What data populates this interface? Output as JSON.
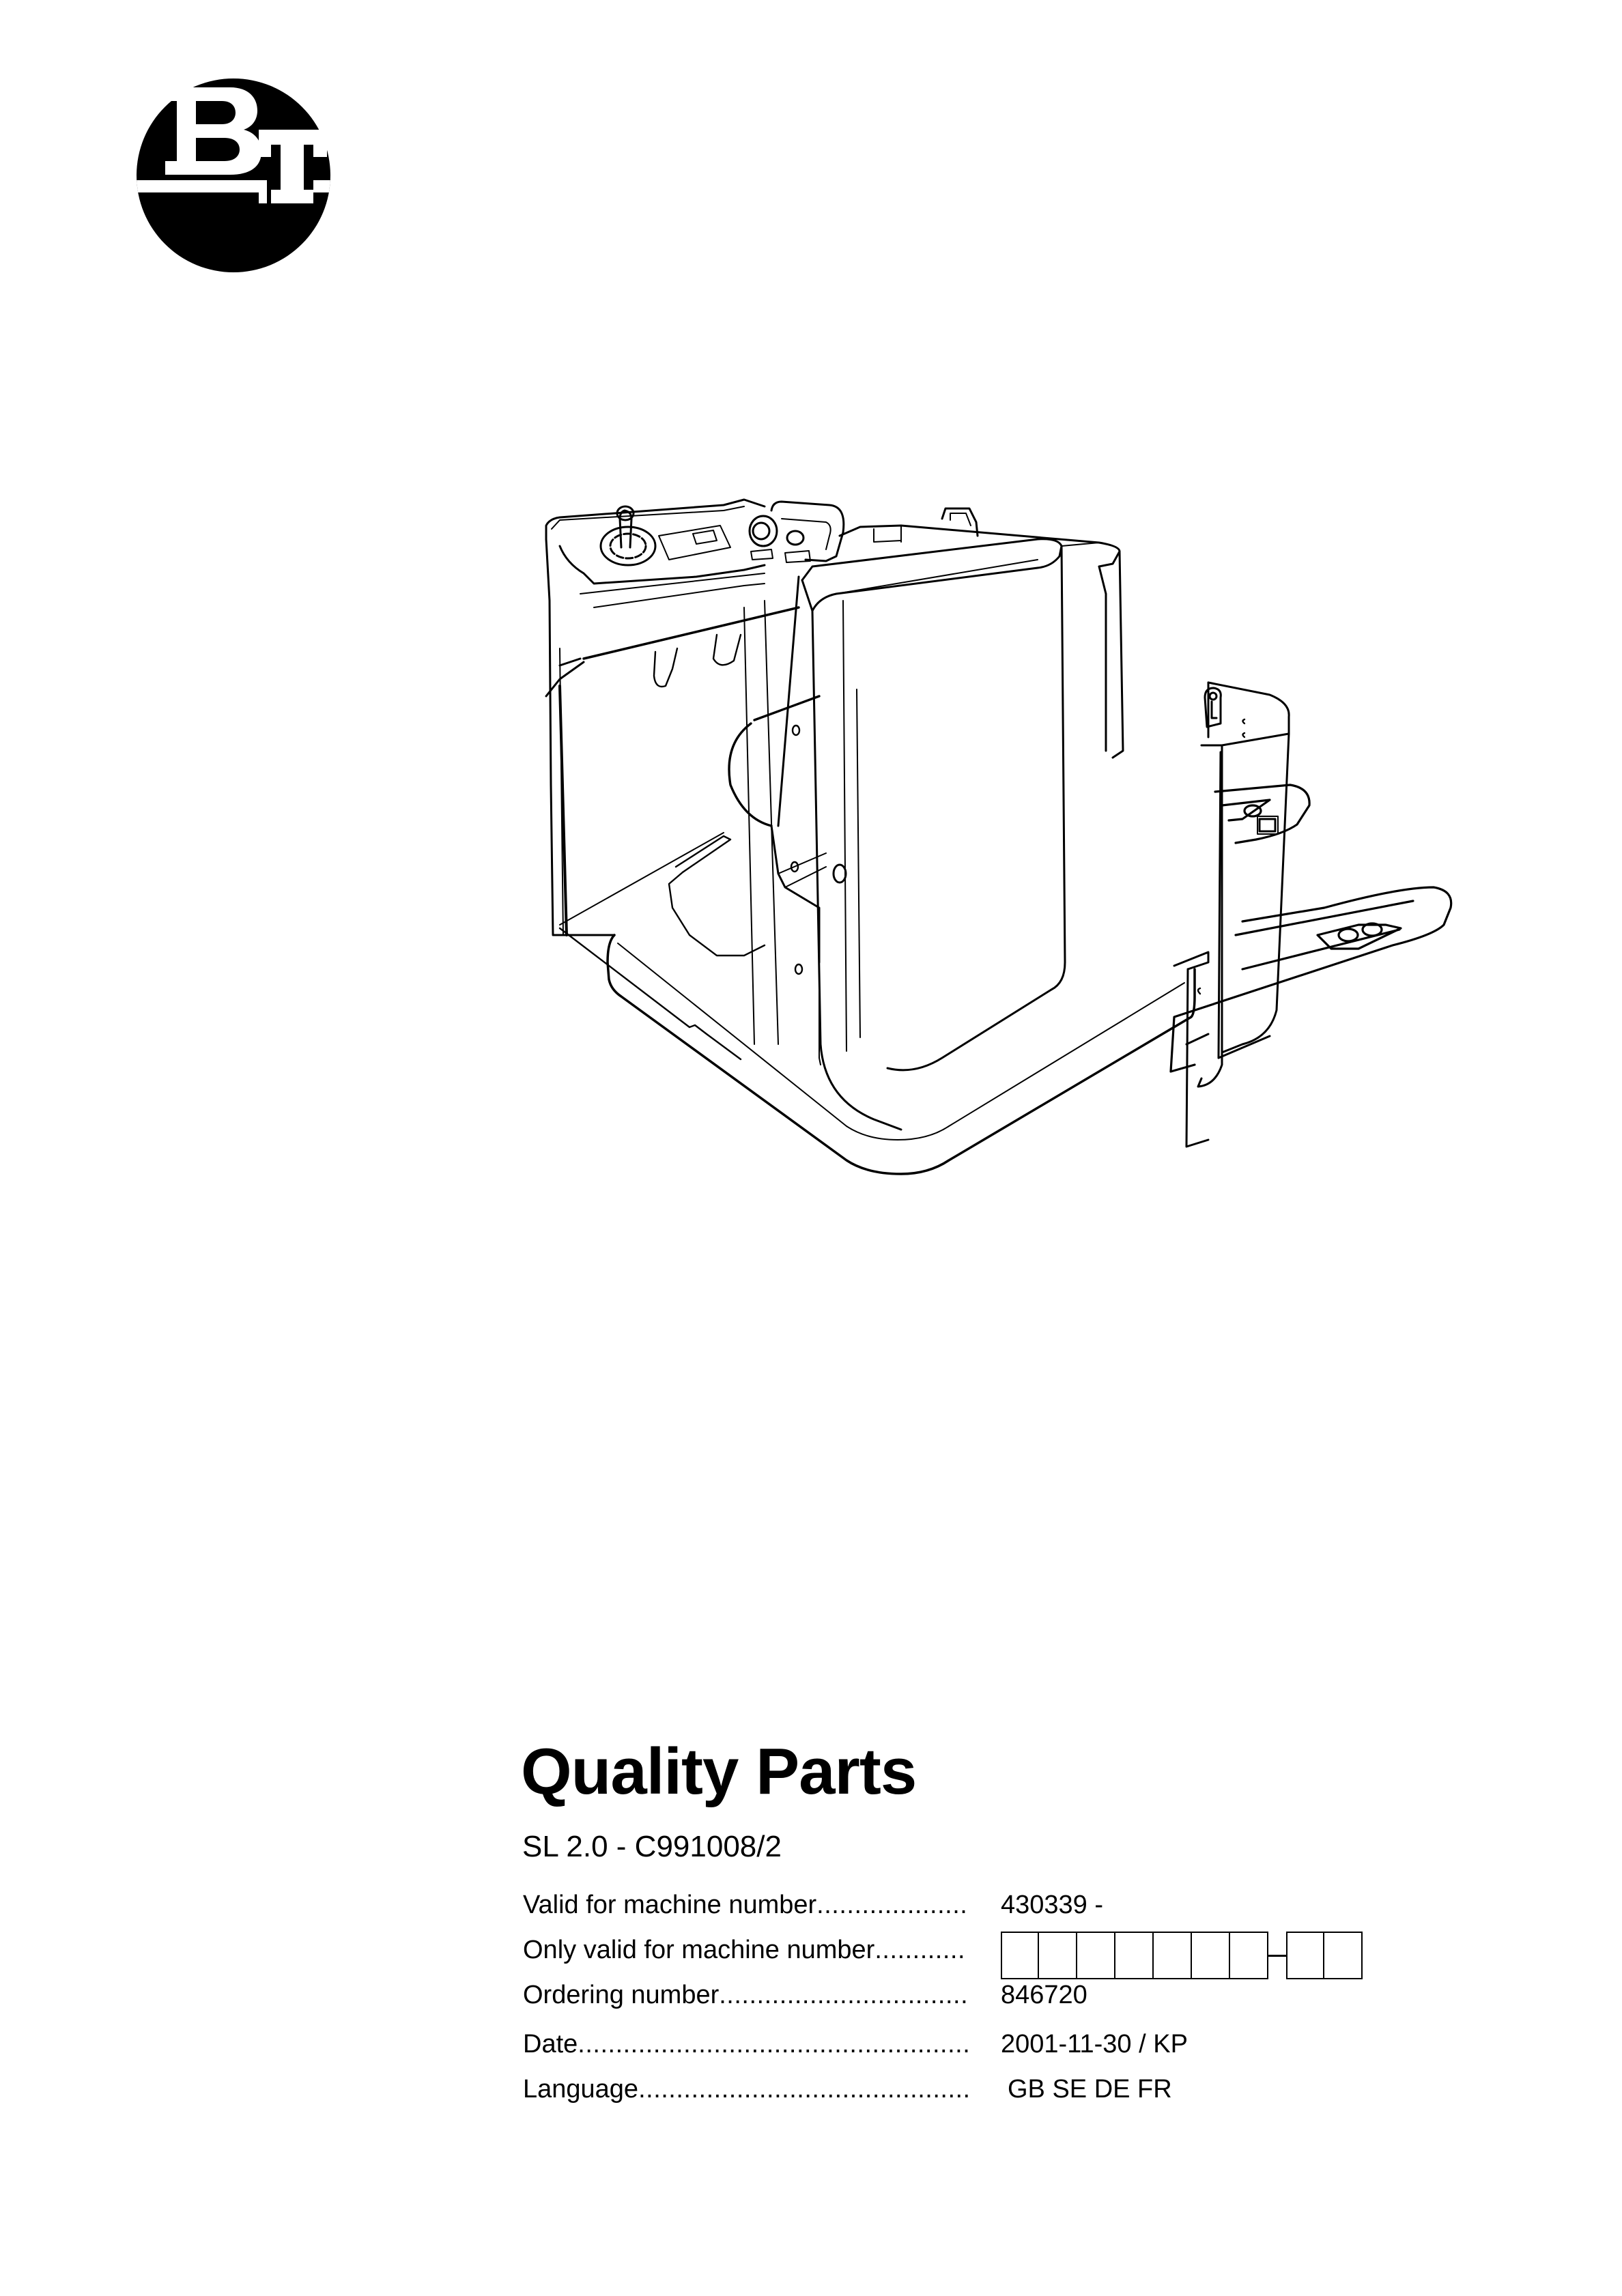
{
  "brand": {
    "logo_text": "BT",
    "logo_icon": "bt-logo-icon"
  },
  "illustration": {
    "subject": "pallet-truck-illustration"
  },
  "title": "Quality Parts",
  "subtitle": "SL 2.0 - C991008/2",
  "info": {
    "rows": [
      {
        "label": "Valid for machine number",
        "leader": "....................",
        "value": "430339 -"
      },
      {
        "label": "Only valid for machine number",
        "leader": "............",
        "value": "",
        "boxes_before_dash": 7,
        "boxes_after_dash": 2
      },
      {
        "label": "Ordering number",
        "leader": ".................................",
        "value": "846720"
      },
      {
        "label": "Date",
        "leader": "....................................................",
        "value": "2001-11-30 / KP"
      },
      {
        "label": "Language",
        "leader": "............................................",
        "value": "GB SE DE FR"
      }
    ]
  }
}
